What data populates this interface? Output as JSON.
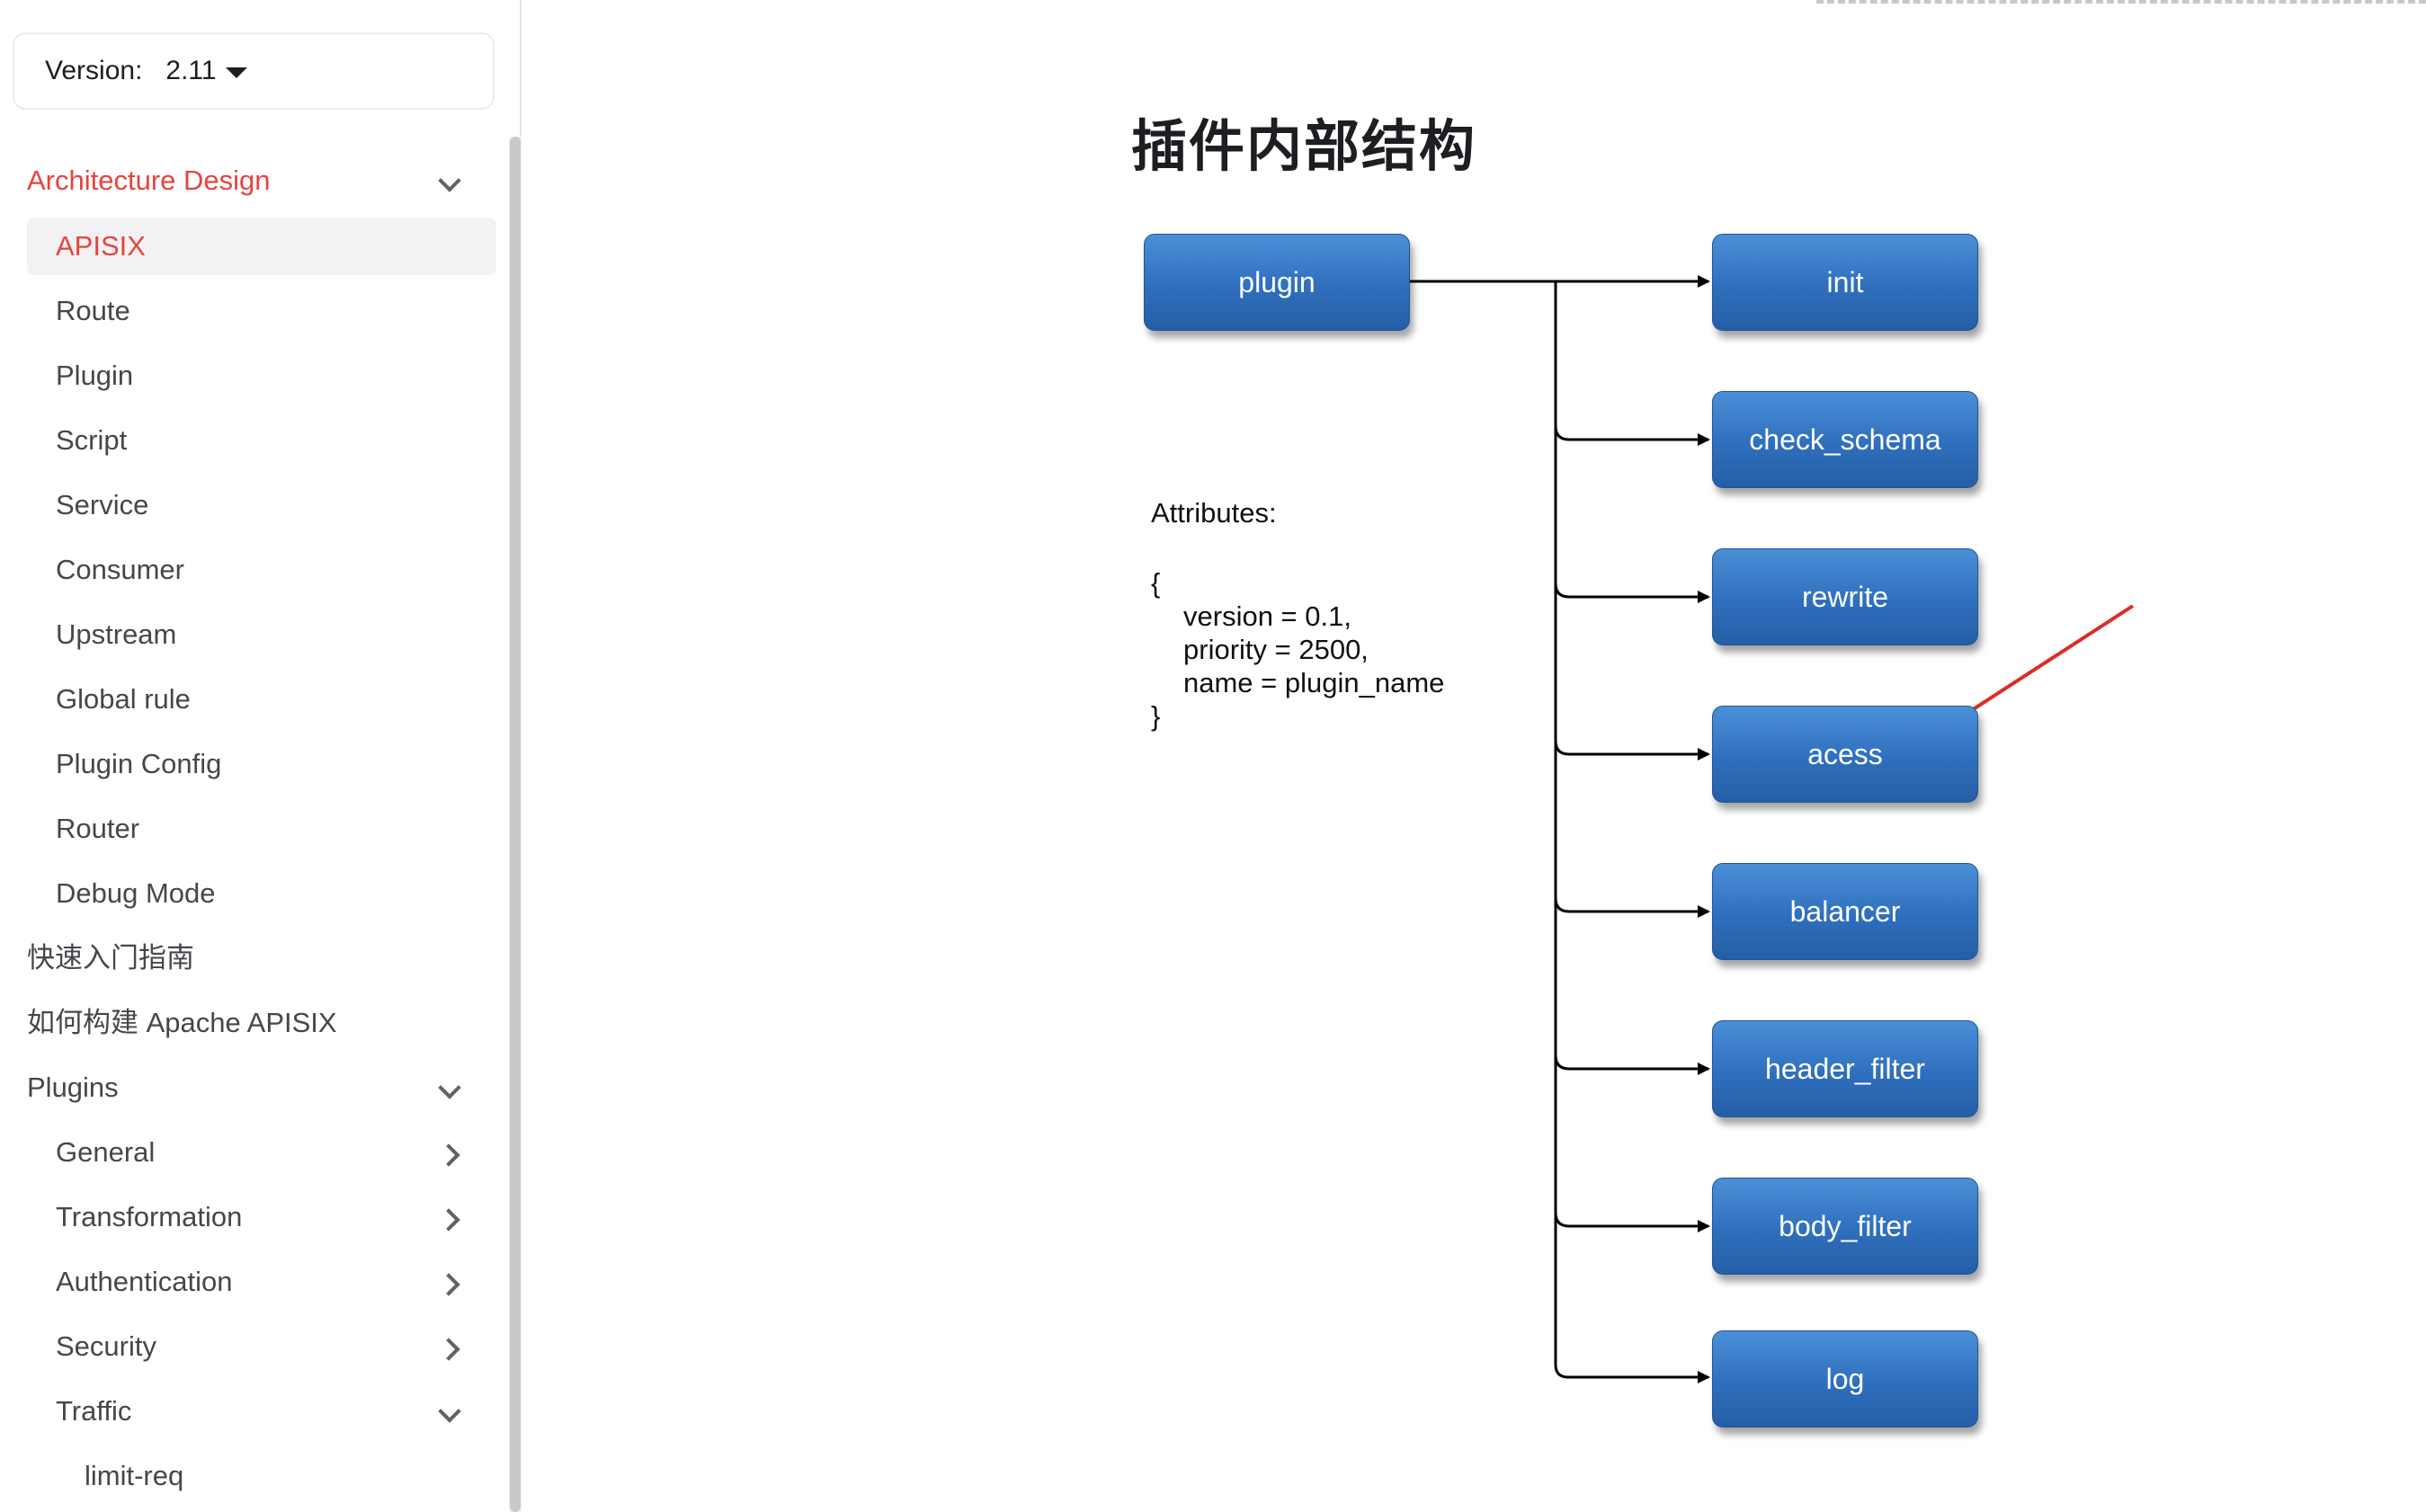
{
  "sidebar": {
    "version_label": "Version:",
    "version_value": "2.11",
    "items": [
      {
        "label": "Architecture Design"
      },
      {
        "label": "APISIX"
      },
      {
        "label": "Route"
      },
      {
        "label": "Plugin"
      },
      {
        "label": "Script"
      },
      {
        "label": "Service"
      },
      {
        "label": "Consumer"
      },
      {
        "label": "Upstream"
      },
      {
        "label": "Global rule"
      },
      {
        "label": "Plugin Config"
      },
      {
        "label": "Router"
      },
      {
        "label": "Debug Mode"
      },
      {
        "label": "快速入门指南"
      },
      {
        "label": "如何构建 Apache APISIX"
      },
      {
        "label": "Plugins"
      },
      {
        "label": "General"
      },
      {
        "label": "Transformation"
      },
      {
        "label": "Authentication"
      },
      {
        "label": "Security"
      },
      {
        "label": "Traffic"
      },
      {
        "label": "limit-req"
      }
    ]
  },
  "main": {
    "title": "插件内部结构",
    "diagram": {
      "root": "plugin",
      "phases": [
        "init",
        "check_schema",
        "rewrite",
        "acess",
        "balancer",
        "header_filter",
        "body_filter",
        "log"
      ],
      "attributes_heading": "Attributes:",
      "attributes_open": "{",
      "attributes_lines": [
        "version = 0.1,",
        "priority = 2500,",
        "name = plugin_name"
      ],
      "attributes_close": "}"
    }
  },
  "colors": {
    "accent": "#e8433e",
    "node_fill": "#2f6fbd",
    "annotation_arrow": "#e02a26"
  }
}
